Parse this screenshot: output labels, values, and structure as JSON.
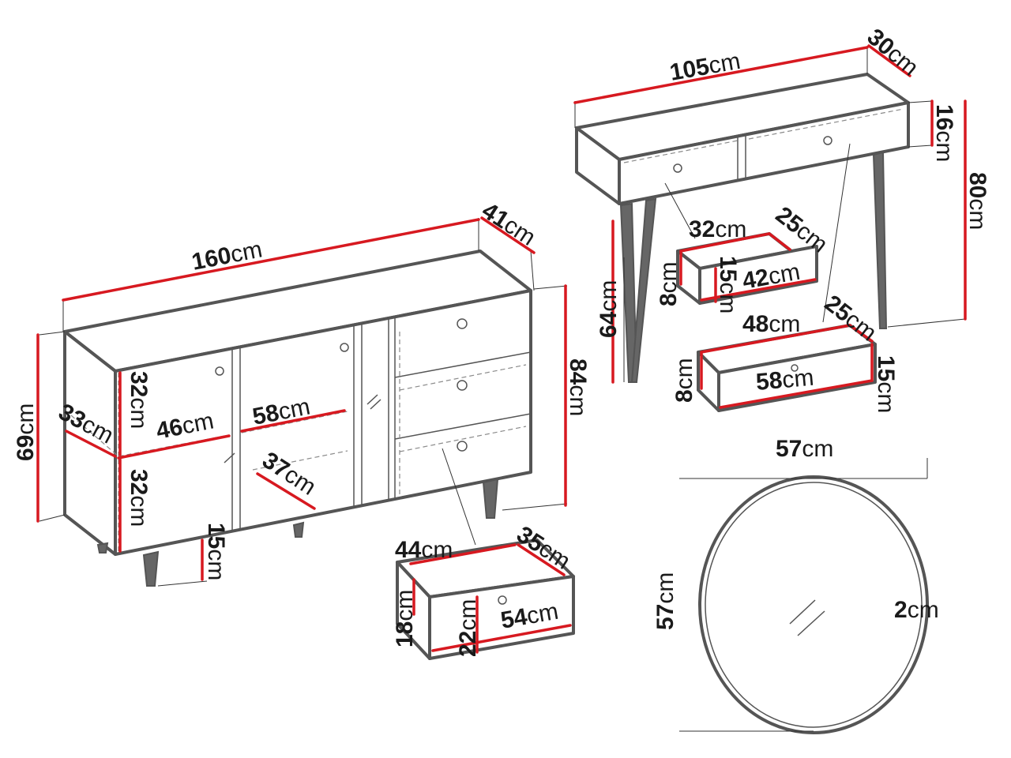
{
  "dimensions": {
    "sideboard_width": {
      "value": "160",
      "unit": "cm"
    },
    "sideboard_depth": {
      "value": "41",
      "unit": "cm"
    },
    "sideboard_height": {
      "value": "69",
      "unit": "cm"
    },
    "sideboard_total_height": {
      "value": "84",
      "unit": "cm"
    },
    "shelf_depth": {
      "value": "33",
      "unit": "cm"
    },
    "shelf_width_left": {
      "value": "46",
      "unit": "cm"
    },
    "shelf_gap_upper": {
      "value": "32",
      "unit": "cm"
    },
    "shelf_gap_lower": {
      "value": "32",
      "unit": "cm"
    },
    "shelf_width_mid": {
      "value": "58",
      "unit": "cm"
    },
    "shelf_depth_mid": {
      "value": "37",
      "unit": "cm"
    },
    "sideboard_leg": {
      "value": "15",
      "unit": "cm"
    },
    "drawer_inner_width": {
      "value": "44",
      "unit": "cm"
    },
    "drawer_inner_depth": {
      "value": "35",
      "unit": "cm"
    },
    "drawer_inner_height": {
      "value": "18",
      "unit": "cm"
    },
    "drawer_front_height": {
      "value": "22",
      "unit": "cm"
    },
    "drawer_front_width": {
      "value": "54",
      "unit": "cm"
    },
    "console_width": {
      "value": "105",
      "unit": "cm"
    },
    "console_depth": {
      "value": "30",
      "unit": "cm"
    },
    "console_top_height": {
      "value": "16",
      "unit": "cm"
    },
    "console_height": {
      "value": "80",
      "unit": "cm"
    },
    "console_leg": {
      "value": "64",
      "unit": "cm"
    },
    "small_drawer_inner_width": {
      "value": "32",
      "unit": "cm"
    },
    "small_drawer_inner_depth": {
      "value": "25",
      "unit": "cm"
    },
    "small_drawer_height": {
      "value": "8",
      "unit": "cm"
    },
    "small_drawer_front_height": {
      "value": "15",
      "unit": "cm"
    },
    "small_drawer_front_width": {
      "value": "42",
      "unit": "cm"
    },
    "large_drawer_inner_width": {
      "value": "48",
      "unit": "cm"
    },
    "large_drawer_inner_depth": {
      "value": "25",
      "unit": "cm"
    },
    "large_drawer_height": {
      "value": "8",
      "unit": "cm"
    },
    "large_drawer_front_height": {
      "value": "15",
      "unit": "cm"
    },
    "large_drawer_front_width": {
      "value": "58",
      "unit": "cm"
    },
    "mirror_width": {
      "value": "57",
      "unit": "cm"
    },
    "mirror_height": {
      "value": "57",
      "unit": "cm"
    },
    "mirror_thickness": {
      "value": "2",
      "unit": "cm"
    }
  },
  "colors": {
    "dimension_line": "#d71920",
    "outline": "#555555",
    "background": "#ffffff"
  }
}
